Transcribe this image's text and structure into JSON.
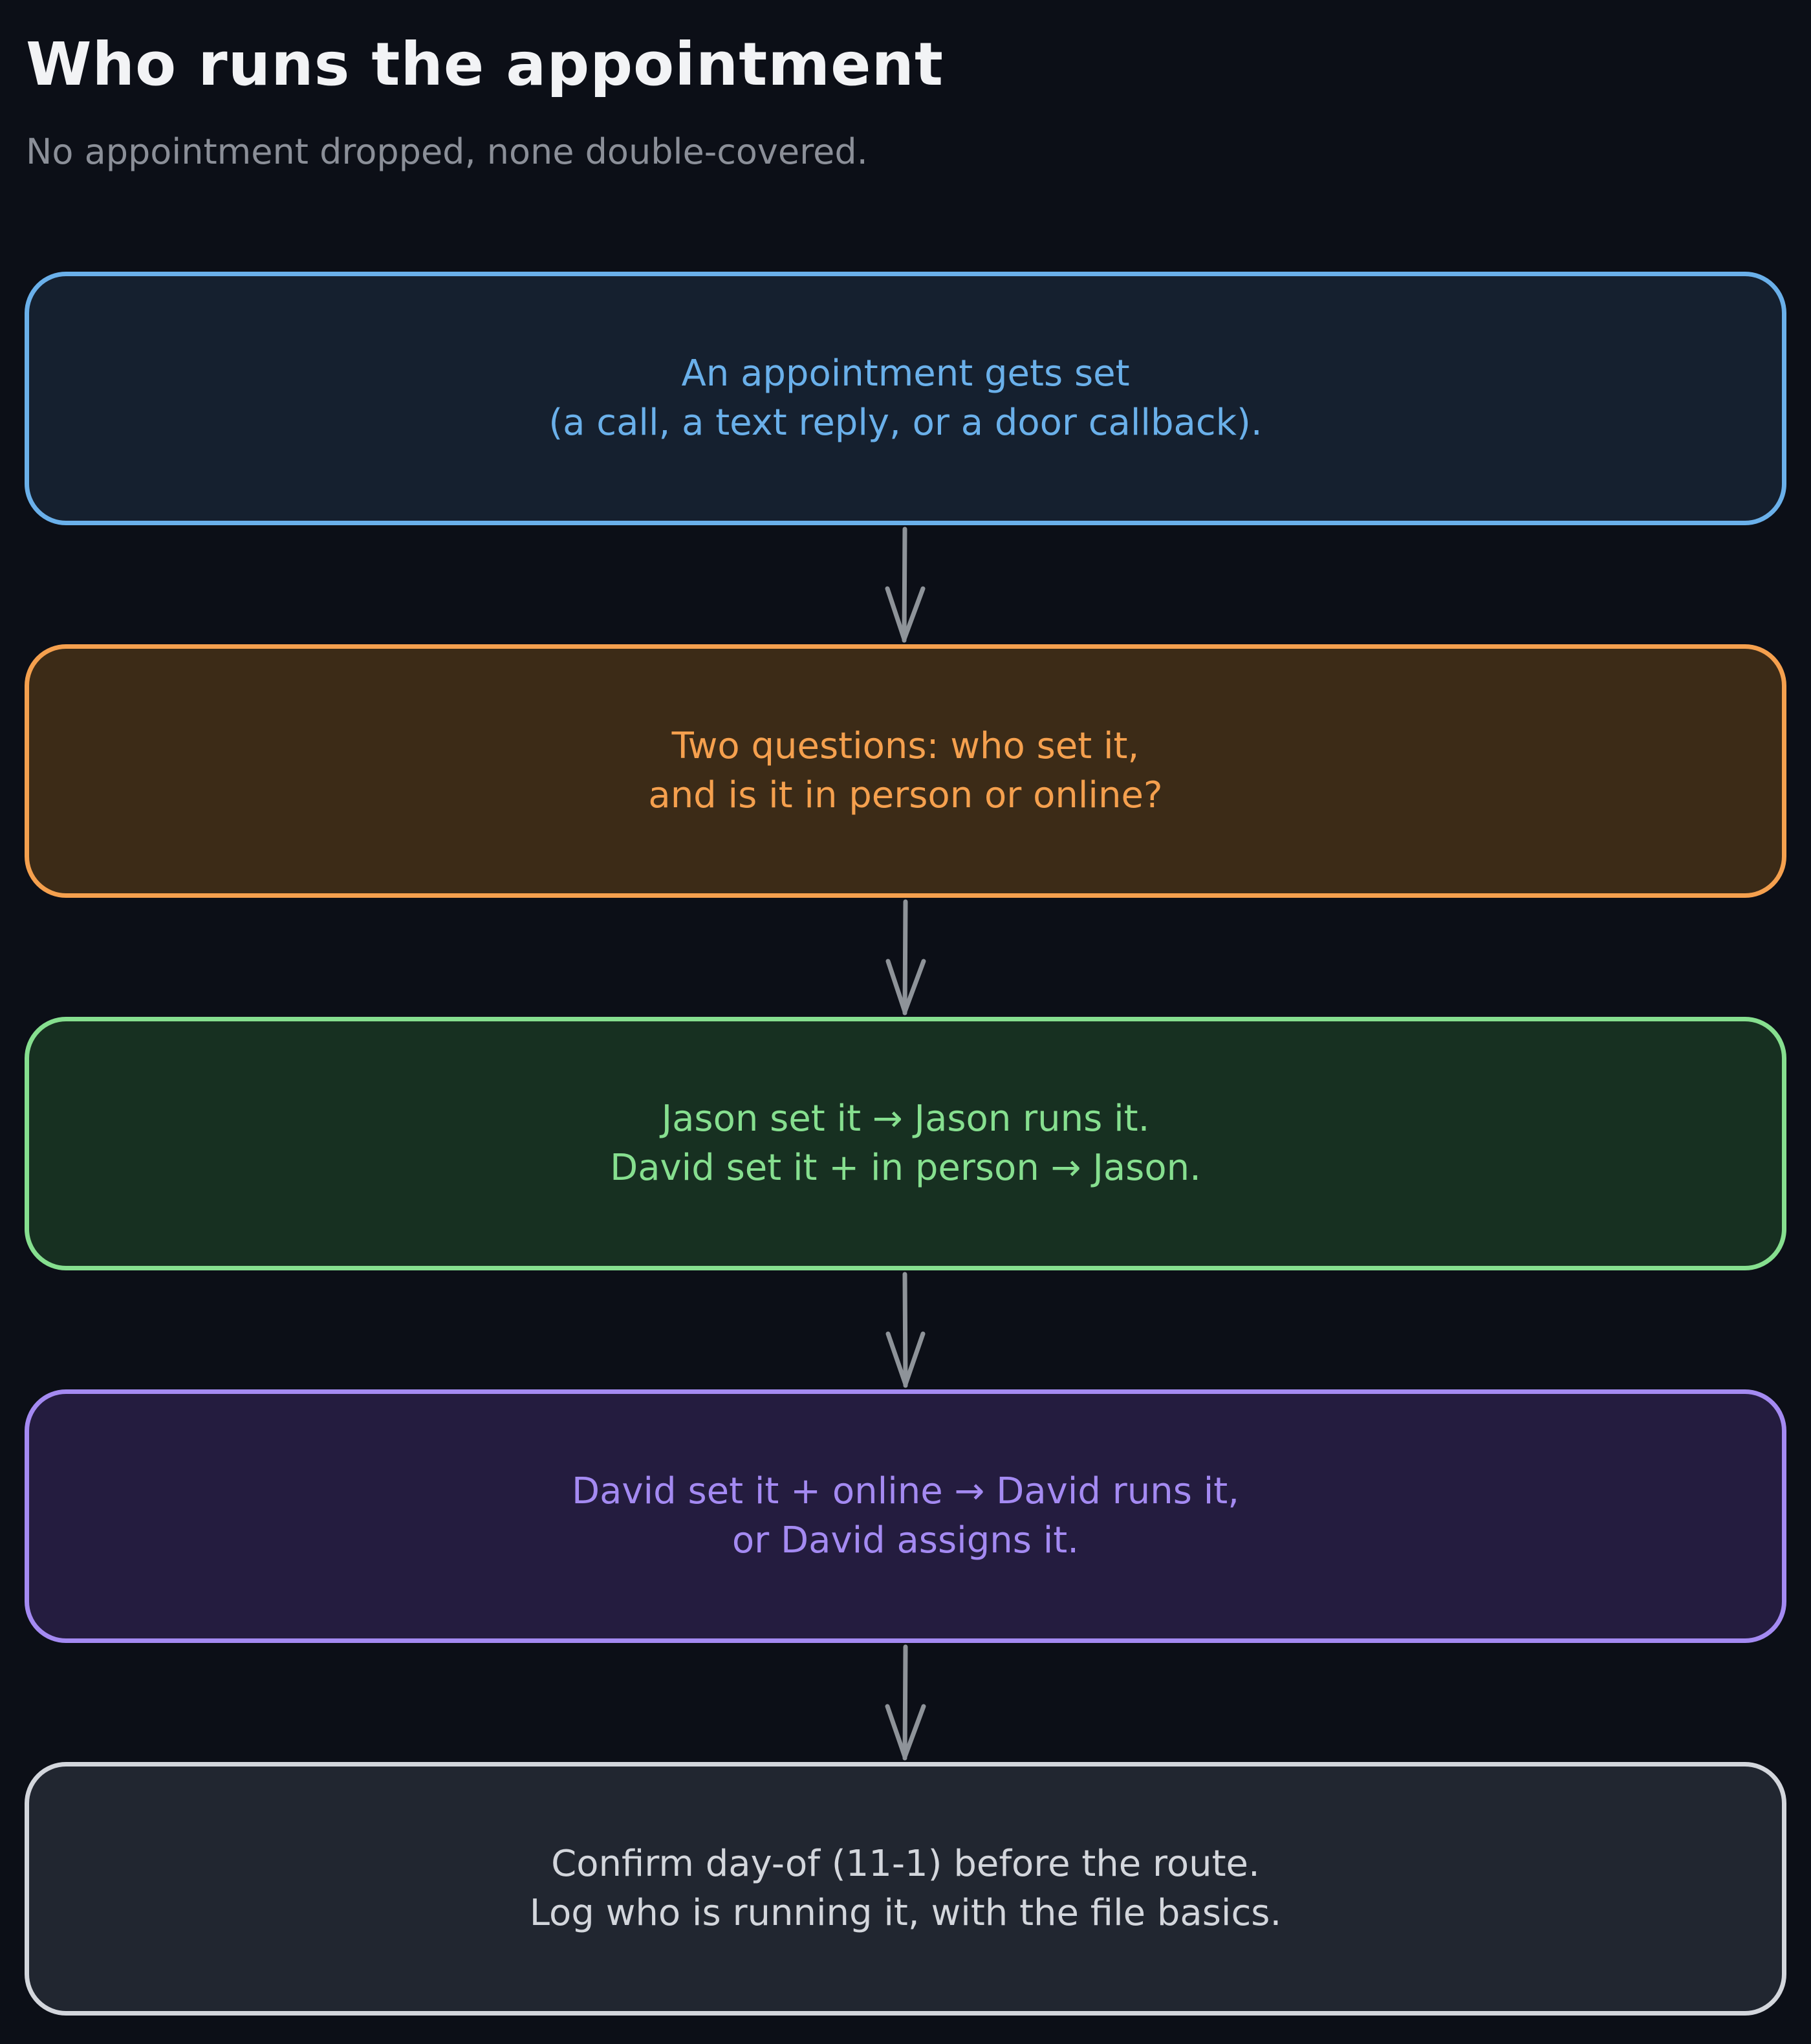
{
  "title": "Who runs the appointment",
  "subtitle": "No appointment dropped, none double-covered.",
  "steps": [
    {
      "lines": [
        "An appointment gets set",
        "(a call, a text reply, or a door callback)."
      ],
      "color": "#6ab0ea"
    },
    {
      "lines": [
        "Two questions: who set it,",
        "and is it in person or online?"
      ],
      "color": "#f5a04e"
    },
    {
      "lines": [
        "Jason set it → Jason runs it.",
        "David set it + in person → Jason."
      ],
      "color": "#86df8f"
    },
    {
      "lines": [
        "David set it + online → David runs it,",
        "or David assigns it."
      ],
      "color": "#a48af2"
    },
    {
      "lines": [
        "Confirm day-of (11-1) before the route.",
        "Log who is running it, with the file basics."
      ],
      "color": "#d3d6dc"
    }
  ],
  "arrow_color": "#8e9399",
  "background_color": "#0c0f17"
}
